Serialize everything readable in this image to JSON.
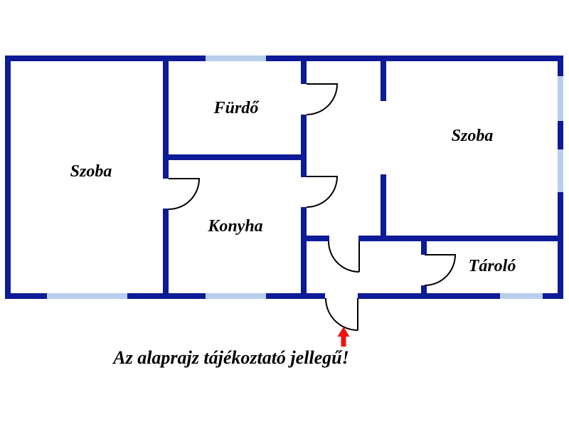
{
  "rooms": {
    "szoba_left": "Szoba",
    "furdo": "Fürdő",
    "szoba_right": "Szoba",
    "konyha": "Konyha",
    "tarolo": "Tároló"
  },
  "note": "Az alaprajz tájékoztató jellegű!",
  "icons": {
    "entrance": "red-up-arrow-entrance-marker"
  },
  "colors": {
    "wall": "#0d1b96",
    "window": "#b8cfed",
    "door_line": "#000000",
    "arrow": "#ee1111",
    "background": "#ffffff",
    "text": "#000000"
  }
}
